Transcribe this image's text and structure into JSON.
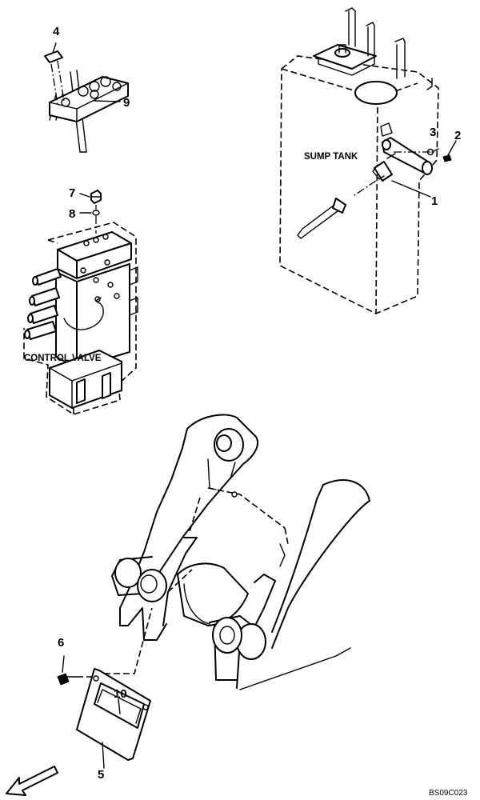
{
  "labels": {
    "sump_tank": "SUMP TANK",
    "control_valve": "CONTROL VALVE",
    "drawing_code": "BS09C023"
  },
  "callouts": {
    "c1": "1",
    "c2": "2",
    "c3": "3",
    "c4": "4",
    "c5": "5",
    "c6": "6",
    "c7": "7",
    "c8": "8",
    "c9": "9",
    "c10": "10"
  }
}
